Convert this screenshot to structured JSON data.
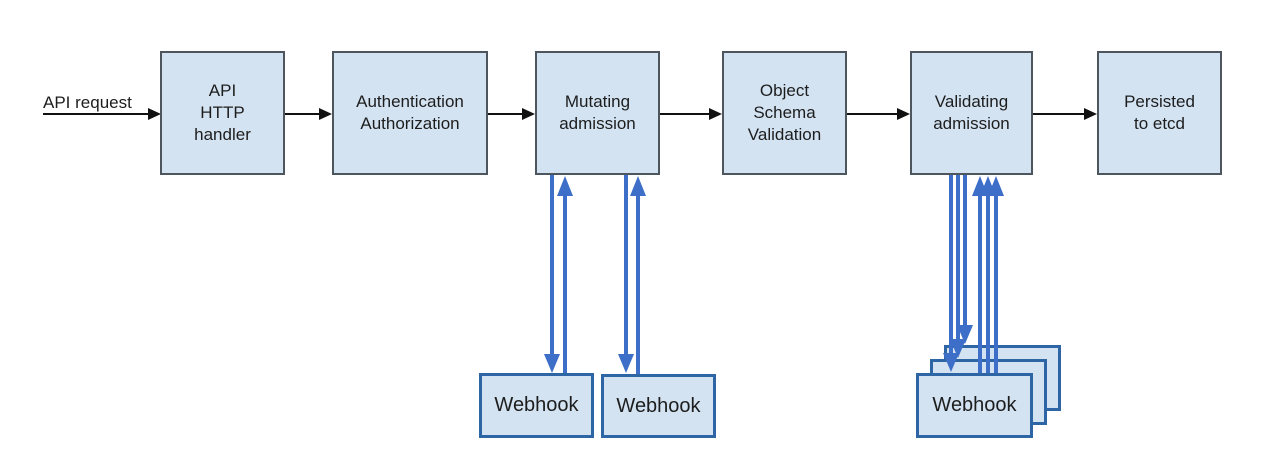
{
  "labels": {
    "api_request": "API request",
    "webhook": "Webhook"
  },
  "nodes": [
    {
      "id": "api-http-handler",
      "label": "API\nHTTP\nhandler"
    },
    {
      "id": "authentication-authorization",
      "label": "Authentication\nAuthorization"
    },
    {
      "id": "mutating-admission",
      "label": "Mutating\nadmission"
    },
    {
      "id": "object-schema-validation",
      "label": "Object\nSchema\nValidation"
    },
    {
      "id": "validating-admission",
      "label": "Validating\nadmission"
    },
    {
      "id": "persisted-to-etcd",
      "label": "Persisted\nto etcd"
    }
  ],
  "colors": {
    "background": "#ffffff",
    "node_fill": "#d3e3f2",
    "node_border": "#4d565e",
    "webhook_border": "#2e66a5",
    "arrow_blue": "#3d6fc8",
    "arrow_black": "#111111",
    "text": "#1d1d1d"
  }
}
